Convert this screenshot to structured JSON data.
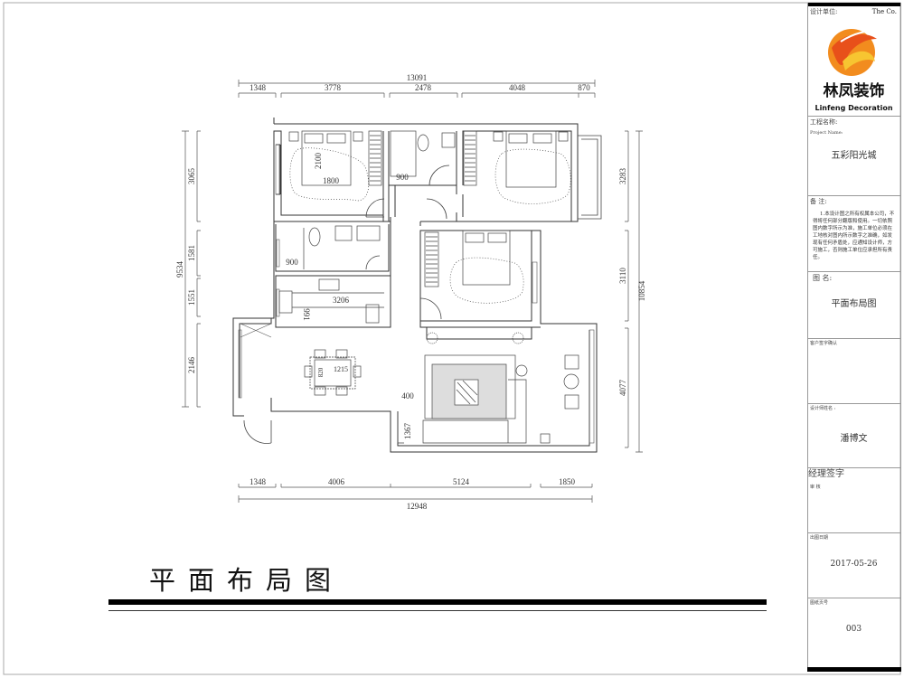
{
  "drawing": {
    "title": "平面布局图",
    "dimensions": {
      "top_total": "13091",
      "top_segments": [
        "1348",
        "3778",
        "2478",
        "4048",
        "870"
      ],
      "left_total": "9534",
      "left_segments": [
        "3065",
        "1581",
        "1551",
        "2146"
      ],
      "right_total": "10854",
      "right_segments": [
        "3283",
        "3110",
        "4077"
      ],
      "bottom_total": "12948",
      "bottom_segments": [
        "1348",
        "4006",
        "5124",
        "1850"
      ],
      "interior": {
        "bed_length": "2100",
        "bed_width": "1800",
        "shower_width": "900",
        "bath2_width": "900",
        "kitchen_length": "3206",
        "kitchen_depth": "991",
        "table_width": "820",
        "table_length": "1215",
        "cabinet_depth": "400",
        "cabinet_length": "1367"
      }
    }
  },
  "title_block": {
    "design_unit_label": "设计单位:",
    "design_unit_en": "The  Co.",
    "logo_text_cn": "林凤装饰",
    "logo_text_en": "Linfeng Decoration",
    "logo_colors": [
      "#f28c1e",
      "#e8501a",
      "#f7c531"
    ],
    "project_label": "工程名称:",
    "project_label_en": "Project Name:",
    "project_name": "五彩阳光城",
    "notes_label": "备  注:",
    "notes_text": "1.本设计图之所有权属本公司，不得将任何部分翻版和使用。一切依照图内数字所示为准，施工单位必须在工地核对图内所示数字之准确，如发现有任何矛盾处，应通知设计师，方可施工，否则施工单位应承担所有责任。",
    "drawing_name_label": "图  名:",
    "drawing_name": "平面布局图",
    "client_sign_label": "客户签字确认",
    "designer_label": "设计师姓名 :",
    "designer_name": "潘博文",
    "manager_sign_label": "经理签字",
    "review_label": "审    核",
    "date_label": "出图日期",
    "date": "2017-05-26",
    "sheet_no_label": "图纸页号",
    "sheet_no": "003"
  }
}
